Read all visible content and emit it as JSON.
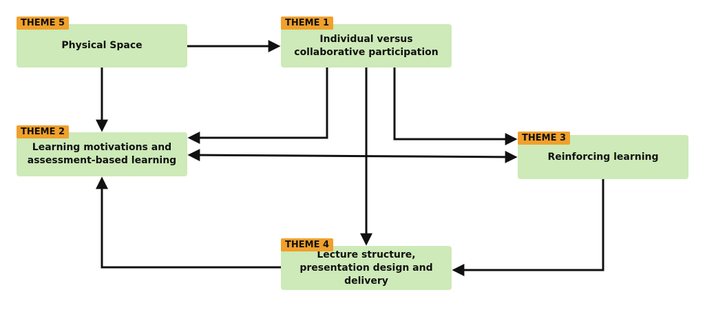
{
  "themes": [
    {
      "id": "t5",
      "tag": "THEME 5",
      "label": "Physical Space"
    },
    {
      "id": "t1",
      "tag": "THEME 1",
      "label": "Individual versus collaborative participation"
    },
    {
      "id": "t2",
      "tag": "THEME 2",
      "label": "Learning motivations and assessment-based learning"
    },
    {
      "id": "t3",
      "tag": "THEME 3",
      "label": "Reinforcing learning"
    },
    {
      "id": "t4",
      "tag": "THEME 4",
      "label": "Lecture structure, presentation design and delivery"
    }
  ],
  "connections": [
    {
      "from": "THEME 5",
      "to": "THEME 1",
      "direction": "forward"
    },
    {
      "from": "THEME 5",
      "to": "THEME 2",
      "direction": "forward"
    },
    {
      "from": "THEME 1",
      "to": "THEME 2",
      "direction": "forward"
    },
    {
      "from": "THEME 1",
      "to": "THEME 4",
      "direction": "forward"
    },
    {
      "from": "THEME 1",
      "to": "THEME 3",
      "direction": "forward"
    },
    {
      "from": "THEME 2",
      "to": "THEME 3",
      "direction": "bidirectional"
    },
    {
      "from": "THEME 3",
      "to": "THEME 4",
      "direction": "forward"
    },
    {
      "from": "THEME 4",
      "to": "THEME 2",
      "direction": "forward"
    }
  ],
  "colors": {
    "node_fill": "#cdeab8",
    "tag_fill": "#f0a02c",
    "line": "#111111"
  }
}
